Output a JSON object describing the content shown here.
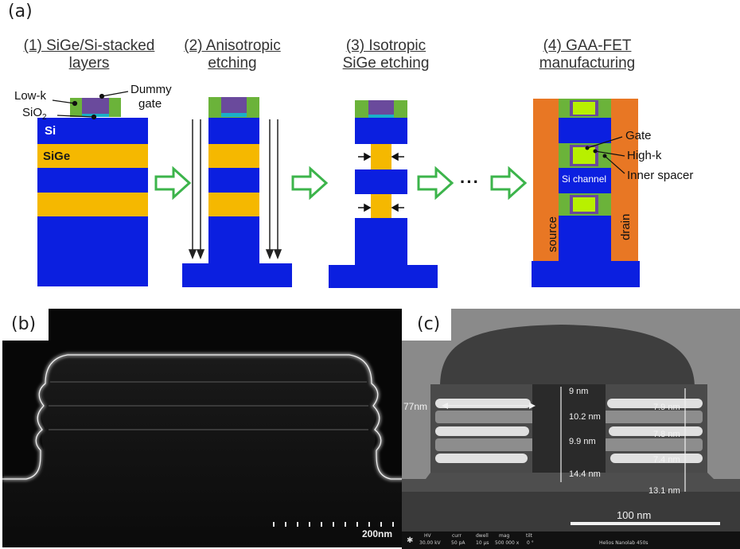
{
  "panel_a": {
    "label": "(a)",
    "steps": [
      {
        "line1": "(1) SiGe/Si-stacked",
        "line2": "layers"
      },
      {
        "line1": "(2) Anisotropic",
        "line2": "etching"
      },
      {
        "line1": "(3) Isotropic",
        "line2": "SiGe  etching"
      },
      {
        "line1": "(4) GAA-FET",
        "line2": "manufacturing"
      }
    ],
    "labels": {
      "low_k": "Low-k",
      "sio2": "SiO",
      "sio2_sub": "2",
      "dummy": "Dummy",
      "gate_word": "gate",
      "si": "Si",
      "sige": "SiGe",
      "gate": "Gate",
      "high_k": "High-k",
      "inner_spacer": "Inner spacer",
      "si_channel": "Si channel",
      "source": "source",
      "drain": "drain",
      "ellipsis": "···"
    },
    "colors": {
      "si": "#0b1fe0",
      "sige": "#f5b800",
      "spacer": "#6bb33a",
      "gate": "#6a4a9c",
      "cap": "#1ab0c8",
      "sd": "#e87724",
      "channel_gate": "#b8f000",
      "arrow": "#3cb44b"
    }
  },
  "panel_b": {
    "label": "(b)",
    "scale": "200nm"
  },
  "panel_c": {
    "label": "(c)",
    "width_label": "77nm",
    "center": [
      "9 nm",
      "10.2 nm",
      "9.9 nm",
      "14.4 nm"
    ],
    "right": [
      "7.9 nm",
      "7.8 nm",
      "7.4 nm",
      "13.1 nm"
    ],
    "scale": "100 nm",
    "infobar": {
      "hv_h": "HV",
      "hv_v": "30.00 kV",
      "curr_h": "curr",
      "curr_v": "50 pA",
      "dwell_h": "dwell",
      "dwell_v": "10 µs",
      "mag_h": "mag",
      "mag_v": "500 000 x",
      "tilt_h": "tilt",
      "tilt_v": "0 °",
      "instrument": "Helios Nanolab 450s"
    }
  }
}
